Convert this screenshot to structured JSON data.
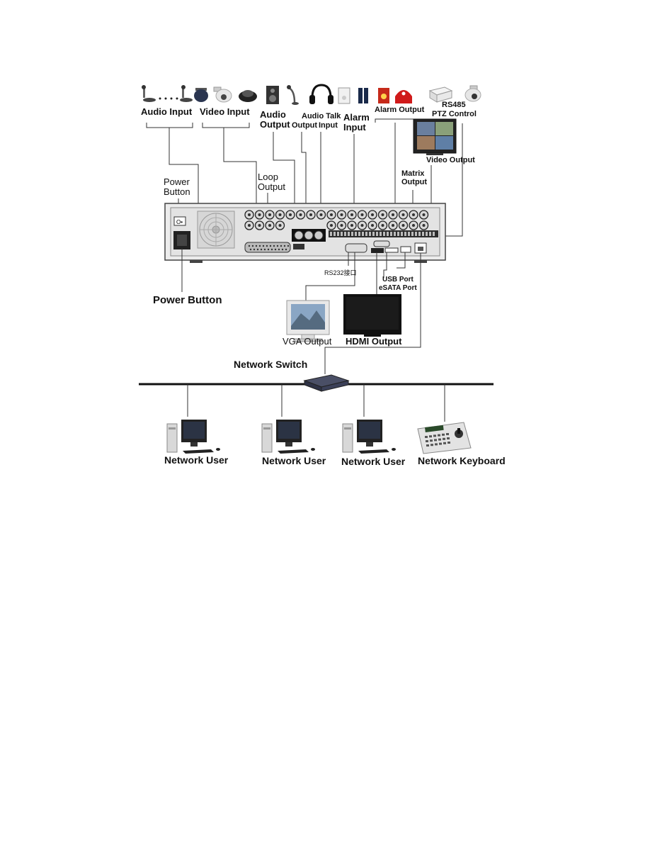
{
  "labels": {
    "audio_input": "Audio Input",
    "video_input": "Video Input",
    "audio_output": "Audio\nOutput",
    "audio_talk": "Audio Talk",
    "audio_talk_output": "Output",
    "audio_talk_input": "Input",
    "alarm_input": "Alarm\nInput",
    "alarm_output": "Alarm Output",
    "rs485": "RS485",
    "ptz_control": "PTZ Control",
    "video_output": "Video Output",
    "matrix_output": "Matrix\nOutput",
    "loop_output": "Loop\nOutput",
    "power_button_top": "Power\nButton",
    "rs232": "RS232接口",
    "usb_port": "USB Port",
    "esata_port": "eSATA Port",
    "power_button_bottom": "Power Button",
    "vga_output": "VGA Output",
    "hdmi_output": "HDMI Output",
    "network_switch": "Network Switch",
    "network_user_1": "Network User",
    "network_user_2": "Network User",
    "network_user_3": "Network User",
    "network_keyboard": "Network Keyboard"
  }
}
